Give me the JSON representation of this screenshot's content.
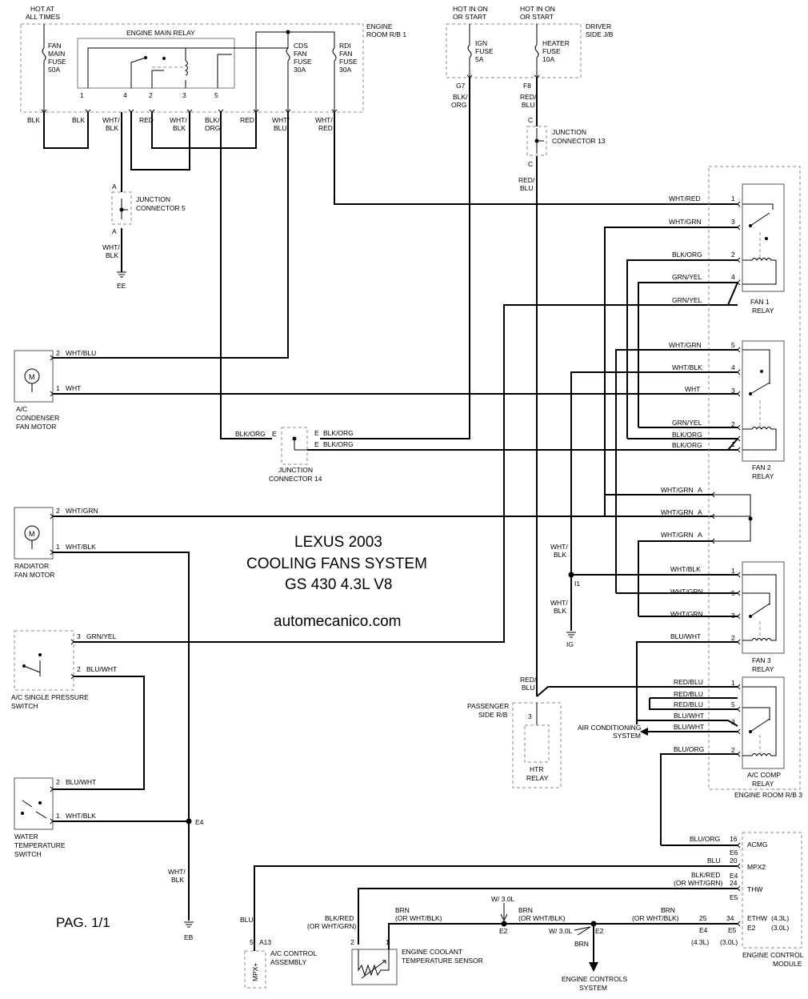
{
  "title": {
    "line1": "LEXUS 2003",
    "line2": "COOLING FANS SYSTEM",
    "line3": "GS 430 4.3L V8",
    "site": "automecanico.com",
    "page": "PAG. 1/1"
  },
  "power": {
    "hot_all_times": [
      "HOT AT",
      "ALL TIMES"
    ],
    "hot_run_start_1": [
      "HOT IN ON",
      "OR START"
    ],
    "hot_run_start_2": [
      "HOT IN ON",
      "OR START"
    ]
  },
  "engine_room_rb1": {
    "label": [
      "ENGINE",
      "ROOM R/B 1"
    ],
    "relay_label": "ENGINE MAIN RELAY",
    "fan_main_fuse": [
      "FAN",
      "MAIN",
      "FUSE",
      "50A"
    ],
    "cds_fuse": [
      "CDS",
      "FAN",
      "FUSE",
      "30A"
    ],
    "rdi_fuse": [
      "RDI",
      "FAN",
      "FUSE",
      "30A"
    ],
    "pins": [
      "1",
      "4",
      "2",
      "3",
      "5"
    ]
  },
  "driver_jb": {
    "label": [
      "DRIVER",
      "SIDE J/B"
    ],
    "ign_fuse": [
      "IGN",
      "FUSE",
      "5A"
    ],
    "heater_fuse": [
      "HEATER",
      "FUSE",
      "10A"
    ],
    "pin_g7": "G7",
    "pin_f8": "F8"
  },
  "wires_top": {
    "blk1": "BLK",
    "blk2": "BLK",
    "wht_blk": [
      "WHT/",
      "BLK"
    ],
    "red1": "RED",
    "wht_blk2": [
      "WHT/",
      "BLK"
    ],
    "blk_org": [
      "BLK/",
      "ORG"
    ],
    "red2": "RED",
    "wht_blu": [
      "WHT/",
      "BLU"
    ],
    "wht_red": [
      "WHT/",
      "RED"
    ],
    "blk_org_g7": [
      "BLK/",
      "ORG"
    ],
    "red_blu_f8": [
      "RED/",
      "BLU"
    ],
    "red_blu_c": [
      "RED/",
      "BLU"
    ]
  },
  "junctions": {
    "jc5": [
      "JUNCTION",
      "CONNECTOR 5"
    ],
    "jc5_pin": "A",
    "jc5_wire": [
      "WHT/",
      "BLK"
    ],
    "ground_ee": "EE",
    "jc13": [
      "JUNCTION",
      "CONNECTOR 13"
    ],
    "jc13_pin": "C",
    "jc14": [
      "JUNCTION",
      "CONNECTOR 14"
    ],
    "jc14_pin": "E",
    "jc14_wire": "BLK/ORG"
  },
  "ac_condenser_motor": {
    "label": [
      "A/C",
      "CONDENSER",
      "FAN MOTOR"
    ],
    "pin2": "2",
    "pin2_wire": "WHT/BLU",
    "pin1": "1",
    "pin1_wire": "WHT",
    "symbol": "M"
  },
  "radiator_motor": {
    "label": [
      "RADIATOR",
      "FAN MOTOR"
    ],
    "pin2": "2",
    "pin2_wire": "WHT/GRN",
    "pin1": "1",
    "pin1_wire": "WHT/BLK",
    "symbol": "M"
  },
  "ac_pressure_switch": {
    "label": [
      "A/C SINGLE PRESSURE",
      "SWITCH"
    ],
    "pin3": "3",
    "pin3_wire": "GRN/YEL",
    "pin2": "2",
    "pin2_wire": "BLU/WHT"
  },
  "water_temp_switch": {
    "label": [
      "WATER",
      "TEMPERATURE",
      "SWITCH"
    ],
    "pin2": "2",
    "pin2_wire": "BLU/WHT",
    "pin1": "1",
    "pin1_wire": "WHT/BLK"
  },
  "splice_e4": {
    "label": "E4",
    "wire": [
      "WHT/",
      "BLK"
    ],
    "ground": "EB"
  },
  "fan1_relay": {
    "label": [
      "FAN 1",
      "RELAY"
    ],
    "pins": [
      {
        "num": "1",
        "wire": "WHT/RED"
      },
      {
        "num": "3",
        "wire": "WHT/GRN"
      },
      {
        "num": "2",
        "wire": "BLK/ORG"
      },
      {
        "num": "4",
        "wire": "GRN/YEL"
      }
    ],
    "extra_wire": "GRN/YEL"
  },
  "fan2_relay": {
    "label": [
      "FAN 2",
      "RELAY"
    ],
    "pins": [
      {
        "num": "5",
        "wire": "WHT/GRN"
      },
      {
        "num": "4",
        "wire": "WHT/BLK"
      },
      {
        "num": "3",
        "wire": "WHT"
      },
      {
        "num": "2",
        "wire": "GRN/YEL"
      },
      {
        "num": "1",
        "wire": "BLK/ORG"
      }
    ],
    "extra_wire": "BLK/ORG"
  },
  "a_connector": {
    "wires": [
      "WHT/GRN",
      "WHT/GRN",
      "WHT/GRN"
    ],
    "pin": "A"
  },
  "fan3_relay": {
    "label": [
      "FAN 3",
      "RELAY"
    ],
    "pins": [
      {
        "num": "1",
        "wire": "WHT/BLK"
      },
      {
        "num": "5",
        "wire": "WHT/GRN"
      },
      {
        "num": "3",
        "wire": "WHT/GRN"
      },
      {
        "num": "2",
        "wire": "BLU/WHT"
      }
    ]
  },
  "splice_i1": {
    "label": "I1",
    "wire_top": [
      "WHT/",
      "BLK"
    ],
    "wire_bot": [
      "WHT/",
      "BLK"
    ],
    "ground": "IG"
  },
  "ac_comp_relay": {
    "label": [
      "A/C COMP",
      "RELAY"
    ],
    "pins": [
      {
        "num": "1",
        "wire": "RED/BLU"
      },
      {
        "num": "5",
        "wire": "RED/BLU"
      },
      {
        "num": "3",
        "wire": "BLU/WHT"
      },
      {
        "num": "2",
        "wire": "BLU/ORG"
      }
    ],
    "extra_wire_1": "RED/BLU",
    "extra_wire_2": "BLU/WHT",
    "ac_system": [
      "AIR CONDITIONING",
      "SYSTEM"
    ]
  },
  "engine_room_rb3": "ENGINE ROOM R/B 3",
  "passenger_rb": {
    "label": [
      "PASSENGER",
      "SIDE R/B"
    ],
    "wire": [
      "RED/",
      "BLU"
    ],
    "pin": "3",
    "htr_relay": [
      "HTR",
      "RELAY"
    ]
  },
  "ecm": {
    "label": [
      "ENGINE CONTROL",
      "MODULE"
    ],
    "rows": [
      {
        "wire": "BLU/ORG",
        "pin": "16",
        "conn": "E6",
        "signal": "ACMG"
      },
      {
        "wire": "BLU",
        "pin": "20",
        "conn": "E4",
        "signal": "MPX2"
      },
      {
        "wire": "BLK/RED",
        "wire2": "(OR WHT/GRN)",
        "pin": "24",
        "conn": "E5",
        "signal": "THW"
      }
    ],
    "ethw": "ETHW",
    "ethw_note": "(4.3L)",
    "e2": "E2",
    "e2_note": "(3.0L)",
    "pin25": "25",
    "pin34": "34",
    "conn_e4": "E4",
    "conn_e5": "E5",
    "note_43": "(4.3L)",
    "note_30": "(3.0L)"
  },
  "ac_control": {
    "label": [
      "A/C CONTROL",
      "ASSEMBLY"
    ],
    "wire": "BLU",
    "pin": "5",
    "conn": "A13",
    "signal": "MPX+"
  },
  "ect_sensor": {
    "label": [
      "ENGINE COOLANT",
      "TEMPERATURE SENSOR"
    ],
    "pin2": "2",
    "pin1": "1",
    "wire_left": [
      "BLK/RED",
      "(OR WHT/GRN)"
    ],
    "wire_right": [
      "BRN",
      "(OR WHT/BLK)"
    ]
  },
  "e2_splice": {
    "w30": "W/ 3.0L",
    "e2a": "E2",
    "wire_mid": [
      "BRN",
      "(OR WHT/BLK)"
    ],
    "wire_right": [
      "BRN",
      "(OR WHT/BLK)"
    ],
    "w30b": "W/ 3.0L",
    "e2b": "E2",
    "brn": "BRN",
    "engine_controls": [
      "ENGINE CONTROLS",
      "SYSTEM"
    ]
  }
}
